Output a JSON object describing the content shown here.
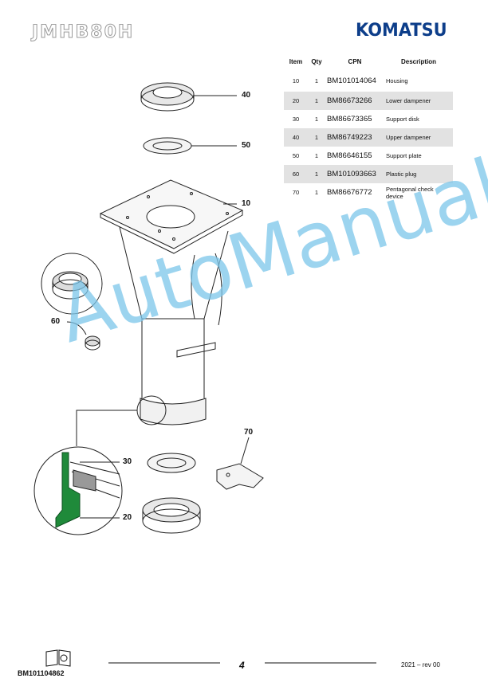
{
  "header": {
    "model": "JMHB80H",
    "brand": "KOMATSU"
  },
  "table": {
    "headers": {
      "item": "Item",
      "qty": "Qty",
      "cpn": "CPN",
      "description": "Description"
    },
    "rows": [
      {
        "item": "10",
        "qty": "1",
        "cpn": "BM101014064",
        "description": "Housing"
      },
      {
        "item": "20",
        "qty": "1",
        "cpn": "BM86673266",
        "description": "Lower dampener"
      },
      {
        "item": "30",
        "qty": "1",
        "cpn": "BM86673365",
        "description": "Support disk"
      },
      {
        "item": "40",
        "qty": "1",
        "cpn": "BM86749223",
        "description": "Upper dampener"
      },
      {
        "item": "50",
        "qty": "1",
        "cpn": "BM86646155",
        "description": "Support plate"
      },
      {
        "item": "60",
        "qty": "1",
        "cpn": "BM101093663",
        "description": "Plastic  plug"
      },
      {
        "item": "70",
        "qty": "1",
        "cpn": "BM86676772",
        "description": "Pentagonal check device"
      }
    ]
  },
  "callouts": {
    "c40": "40",
    "c50": "50",
    "c10": "10",
    "c60": "60",
    "c70": "70",
    "c30": "30",
    "c20": "20"
  },
  "watermark": "AutoManual",
  "footer": {
    "page": "4",
    "date": "2021 – rev 00",
    "doc_number": "BM101104862"
  },
  "colors": {
    "brand": "#0d3e8a",
    "watermark": "#7cc6ea",
    "detail_green": "#1f8a3a"
  }
}
